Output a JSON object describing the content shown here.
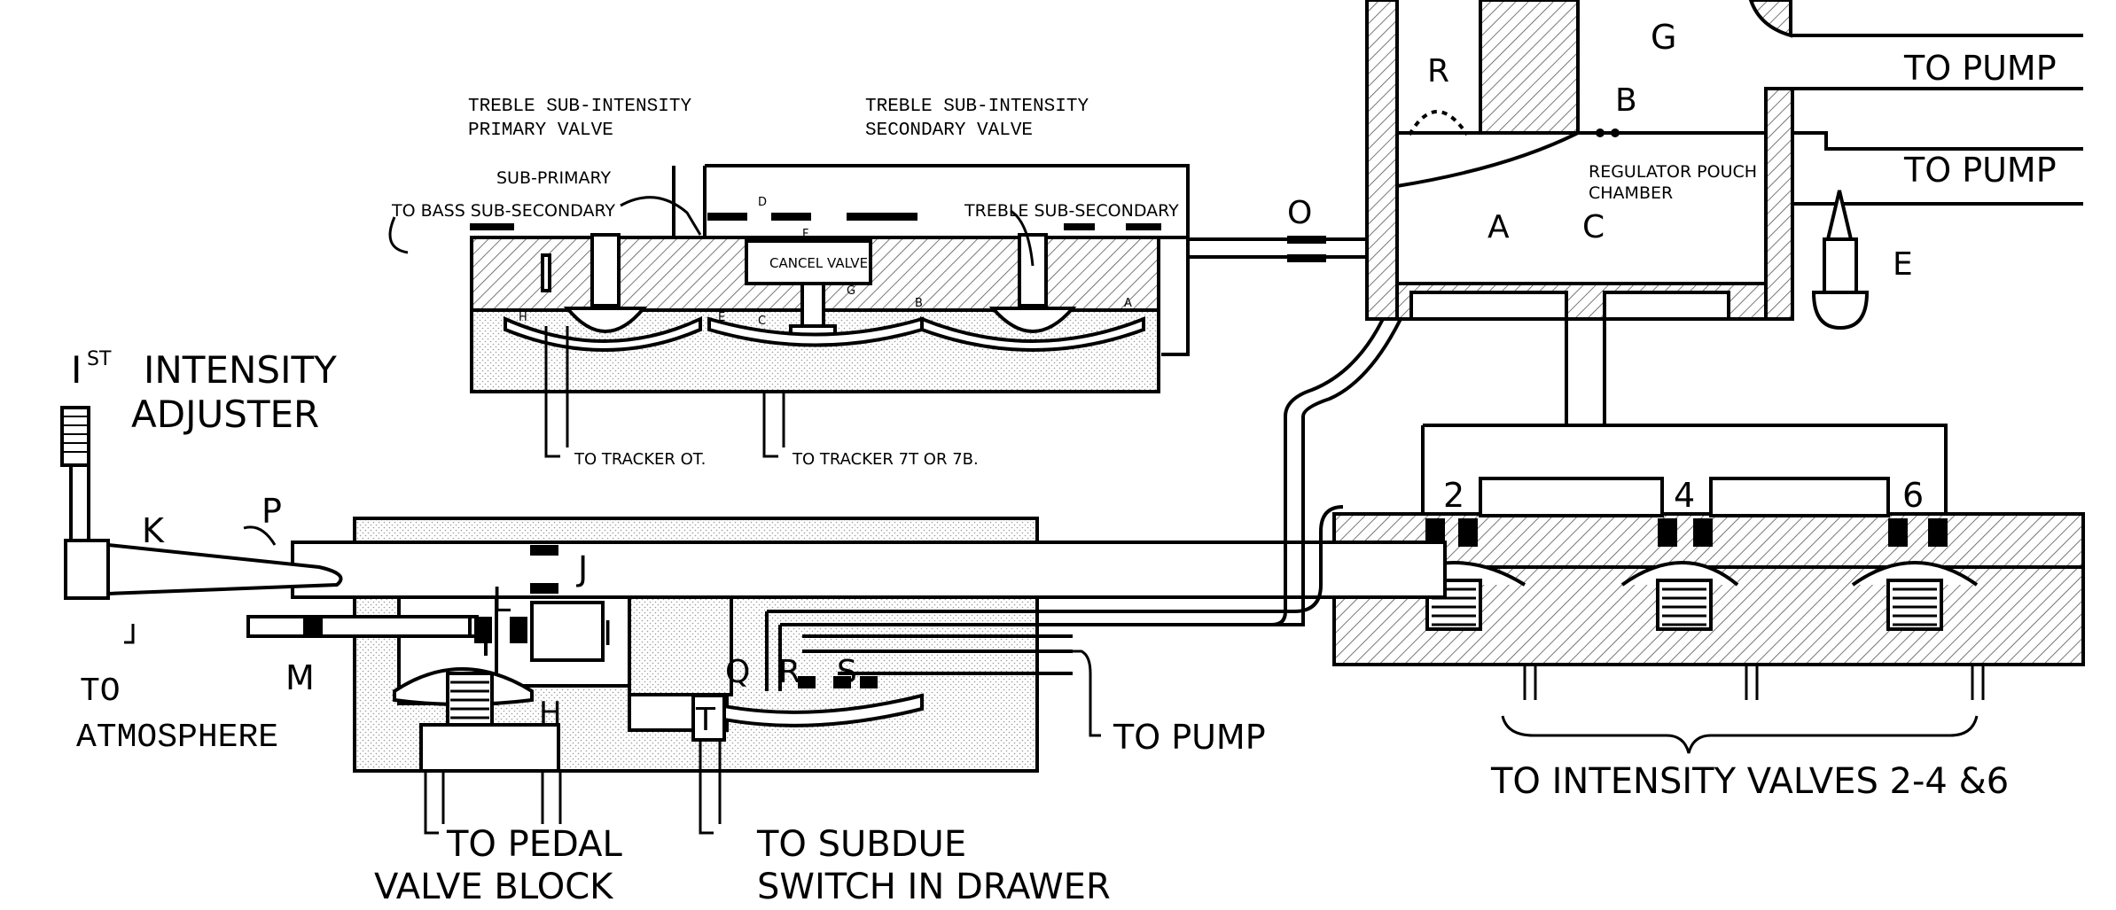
{
  "labels": {
    "treble_primary_1": "TREBLE SUB-INTENSITY",
    "treble_primary_2": "PRIMARY VALVE",
    "treble_secondary_1": "TREBLE SUB-INTENSITY",
    "treble_secondary_2": "SECONDARY VALVE",
    "sub_primary": "SUB-PRIMARY",
    "to_bass_sub_secondary": "TO BASS SUB-SECONDARY",
    "treble_sub_secondary": "TREBLE SUB-SECONDARY",
    "cancel_valve": "CANCEL VALVE",
    "small_d": "D",
    "small_f": "F",
    "small_g": "G",
    "small_h": "H",
    "small_e": "E",
    "small_c": "C",
    "small_b": "B",
    "small_a": "A",
    "to_tracker_ot": "TO TRACKER OT.",
    "to_tracker_7t": "TO TRACKER 7T OR 7B.",
    "first_intensity_sup": "ST",
    "first_intensity_num": "I",
    "first_intensity_1": "INTENSITY",
    "first_intensity_2": "ADJUSTER",
    "letter_K": "K",
    "letter_P": "P",
    "letter_J": "J",
    "letter_L": "L",
    "letter_I": "I",
    "letter_M": "M",
    "letter_H": "H",
    "letter_Q": "Q",
    "letter_R_small": "R",
    "letter_S": "S",
    "letter_T": "T",
    "to_atmosphere_1": "TO",
    "to_atmosphere_2": "ATMOSPHERE",
    "to_pump_lower": "TO PUMP",
    "to_pedal_1": "TO PEDAL",
    "to_pedal_2": "VALVE BLOCK",
    "to_subdue_1": "TO SUBDUE",
    "to_subdue_2": "SWITCH IN DRAWER",
    "letter_O": "O",
    "letter_R": "R",
    "letter_G": "G",
    "letter_B": "B",
    "letter_A": "A",
    "letter_C": "C",
    "letter_E": "E",
    "regulator_1": "REGULATOR POUCH",
    "regulator_2": "CHAMBER",
    "to_pump_top": "TO PUMP",
    "to_pump_mid": "TO PUMP",
    "valve_2": "2",
    "valve_4": "4",
    "valve_6": "6",
    "to_intensity_valves": "TO INTENSITY VALVES 2-4 &6"
  }
}
